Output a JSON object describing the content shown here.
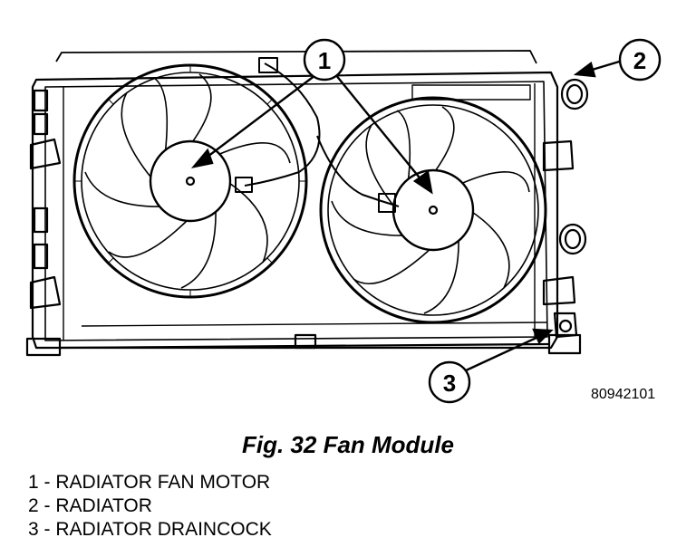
{
  "figure": {
    "code": "80942101",
    "callouts": [
      "1",
      "2",
      "3"
    ],
    "caption": "Fig. 32 Fan Module"
  },
  "legend": [
    "1 - RADIATOR FAN MOTOR",
    "2 - RADIATOR",
    "3 - RADIATOR DRAINCOCK"
  ]
}
